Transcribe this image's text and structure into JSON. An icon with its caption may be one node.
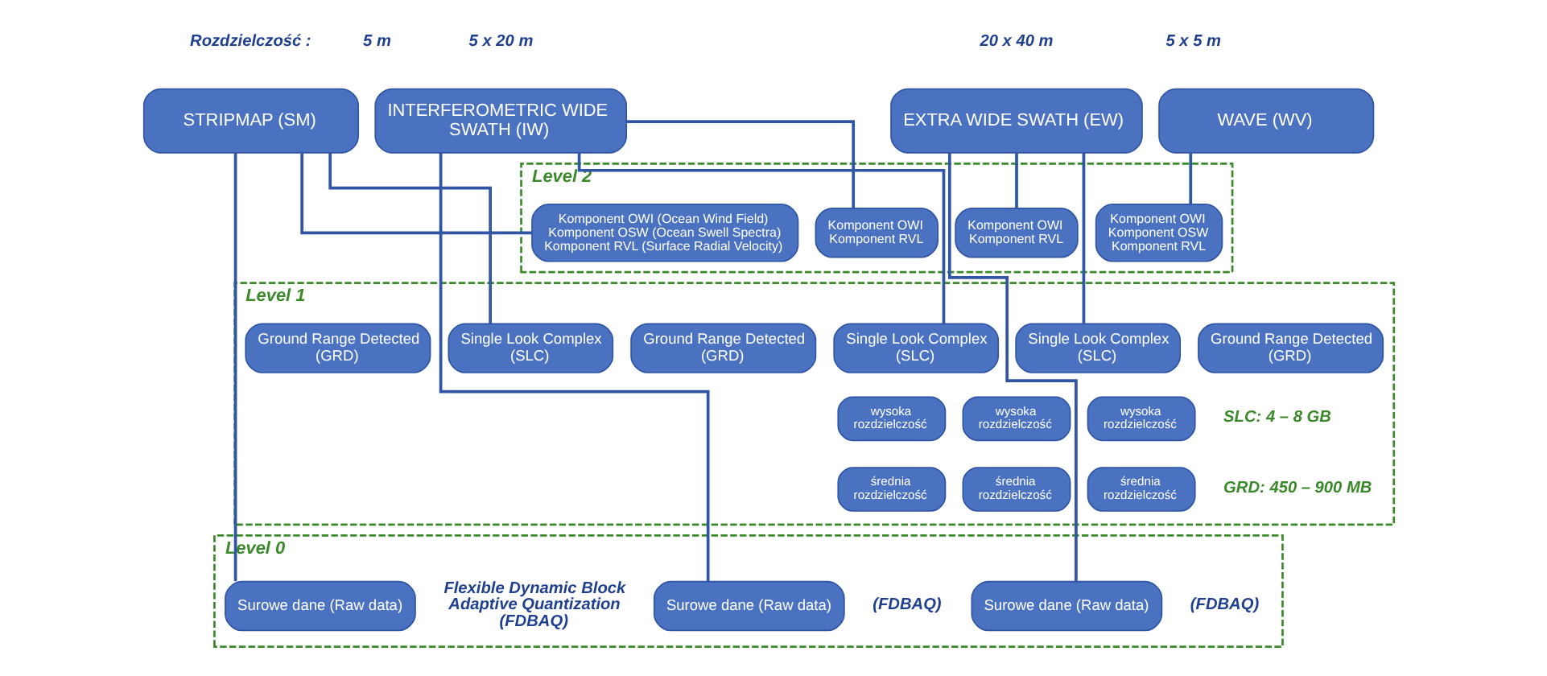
{
  "diagram": {
    "nodes": [
      {
        "text": [
          "STRIPMAP (SM)"
        ],
        "beside": [
          "5 m"
        ]
      },
      {
        "text": [
          "INTERFEROMETRIC WIDE SWATH (IW)"
        ],
        "beside": [
          "5 x 20 m"
        ]
      },
      {
        "text": [
          "EXTRA WIDE SWATH (EW)"
        ],
        "beside": [
          "20 x 40 m"
        ]
      },
      {
        "text": [
          "WAVE (WV)"
        ],
        "beside": [
          "5 x 5 m"
        ]
      },
      {
        "text": [
          "Level 2"
        ]
      },
      {
        "text": [
          "Komponent OWI (Ocean Wind Field) Komponent OSW (Ocean Swell Spectra) Komponent RVL (Surface Radial Velocity)"
        ],
        "in": 4
      },
      {
        "text": [
          "Komponent OWI Komponent RVL"
        ],
        "in": 4
      },
      {
        "text": [
          "Komponent OWI Komponent RVL"
        ],
        "in": 4
      },
      {
        "text": [
          "Komponent OWI Komponent OSW Komponent RVL"
        ],
        "in": 4
      },
      {
        "text": [
          "Level 1"
        ]
      },
      {
        "text": [
          "Single Look Complex (SLC)"
        ],
        "in": 9
      },
      {
        "text": [
          "Ground Range Detected (GRD)"
        ],
        "in": 9
      },
      {
        "text": [
          "wysoka rozdzielczość"
        ],
        "in": 9
      },
      {
        "text": [
          "średnia rozdzielczość"
        ],
        "in": 9
      },
      {
        "text": [
          "Single Look Complex (SLC)"
        ],
        "in": 9
      },
      {
        "text": [
          "Ground Range Detected (GRD)"
        ],
        "in": 9
      },
      {
        "text": [
          "wysoka rozdzielczość"
        ],
        "in": 9
      },
      {
        "text": [
          "średnia rozdzielczość"
        ],
        "in": 9
      },
      {
        "text": [
          "Single Look Complex (SLC)"
        ],
        "in": 9
      },
      {
        "text": [
          "Ground Range Detected (GRD)"
        ],
        "in": 9
      },
      {
        "text": [
          "wysoka rozdzielczość"
        ],
        "in": 9
      },
      {
        "text": [
          "średnia rozdzielczość"
        ],
        "in": 9
      },
      {
        "text": [
          "Level 0"
        ]
      },
      {
        "text": [
          "Surowe dane (Raw data)"
        ],
        "in": 22,
        "beside": [
          "Flexible Dynamic Block Adaptive Quantization (FDBAQ)"
        ]
      },
      {
        "text": [
          "Surowe dane (Raw data)"
        ],
        "in": 22,
        "beside": [
          "(FDBAQ)"
        ]
      },
      {
        "text": [
          "Surowe dane (Raw data)"
        ],
        "in": 22,
        "beside": [
          "(FDBAQ)"
        ]
      }
    ],
    "edges": [
      {
        "from": 0,
        "to": 5,
        "arrow": "none"
      },
      {
        "from": 0,
        "to": 10,
        "arrow": "none"
      },
      {
        "from": 0,
        "to": 23,
        "arrow": "none"
      },
      {
        "from": 1,
        "to": 6,
        "arrow": "none"
      },
      {
        "from": 1,
        "to": 14,
        "arrow": "none"
      },
      {
        "from": 1,
        "to": 24,
        "arrow": "none"
      },
      {
        "from": 2,
        "to": 7,
        "arrow": "none"
      },
      {
        "from": 2,
        "to": 18,
        "arrow": "none"
      },
      {
        "from": 2,
        "to": 25,
        "arrow": "none"
      },
      {
        "from": 3,
        "to": 8,
        "arrow": "none"
      }
    ],
    "labels": [
      "Rozdzielczość :",
      "SLC: 4 – 8 GB",
      "GRD: 450 – 900 MB"
    ]
  }
}
